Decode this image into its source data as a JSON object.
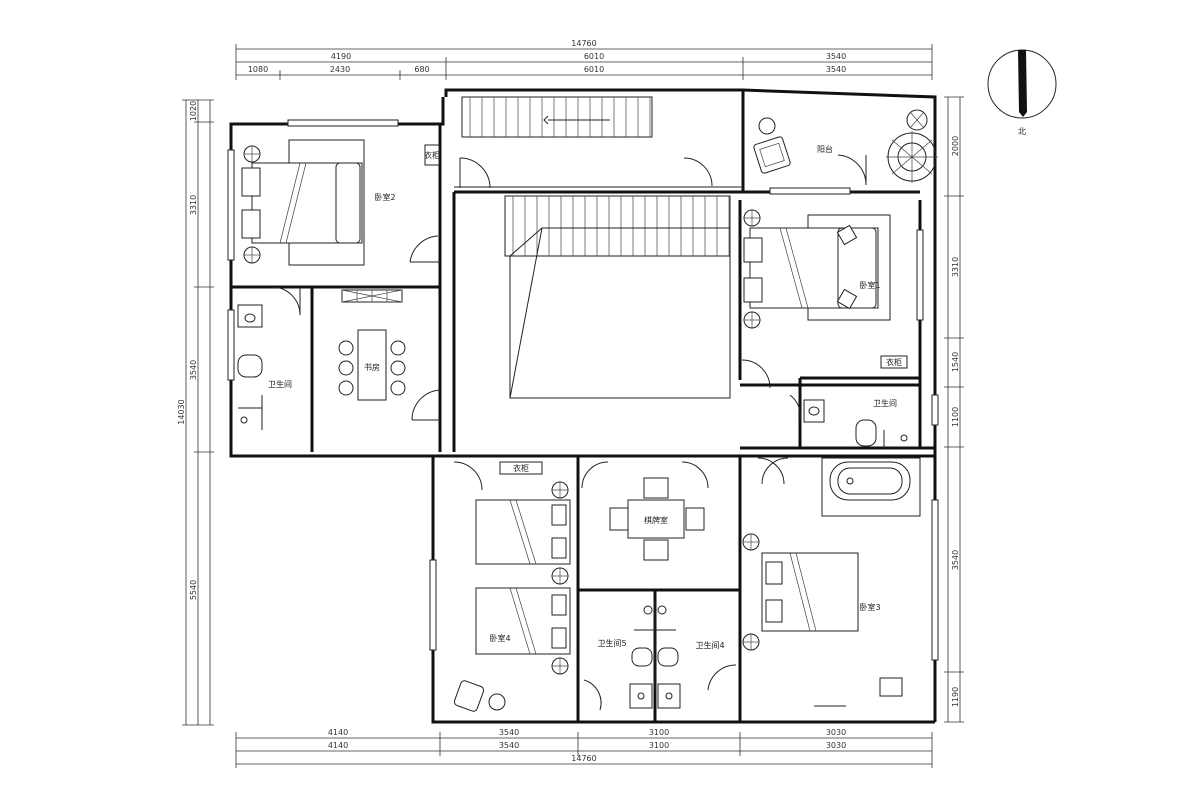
{
  "dimensions": {
    "top_total": "14760",
    "top_seg": [
      "4190",
      "6010",
      "3540"
    ],
    "top_sub": [
      "1080",
      "2430",
      "680",
      "6010",
      "3540"
    ],
    "bottom_total": "14760",
    "bottom_seg": [
      "4140",
      "3540",
      "3100",
      "3030"
    ],
    "bottom_seg2": [
      "4140",
      "3540",
      "3100",
      "3030"
    ],
    "left_total": "14030",
    "left_seg": [
      "1020",
      "3310",
      "3540",
      "5540"
    ],
    "right_seg": [
      "2000",
      "3310",
      "1540",
      "1100",
      "3540",
      "1190"
    ]
  },
  "rooms": {
    "bedroom2": "卧室2",
    "study": "书房",
    "bath_left": "卫生间",
    "balcony": "阳台",
    "bedroom1": "卧室1",
    "bath_right": "卫生间",
    "bedroom4": "卧室4",
    "tea_room": "棋牌室",
    "bath5": "卫生间5",
    "bath4": "卫生间4",
    "bedroom3": "卧室3"
  },
  "closet_labels": [
    "衣柜",
    "衣柜",
    "衣柜"
  ],
  "compass": {
    "north_label": "北"
  }
}
